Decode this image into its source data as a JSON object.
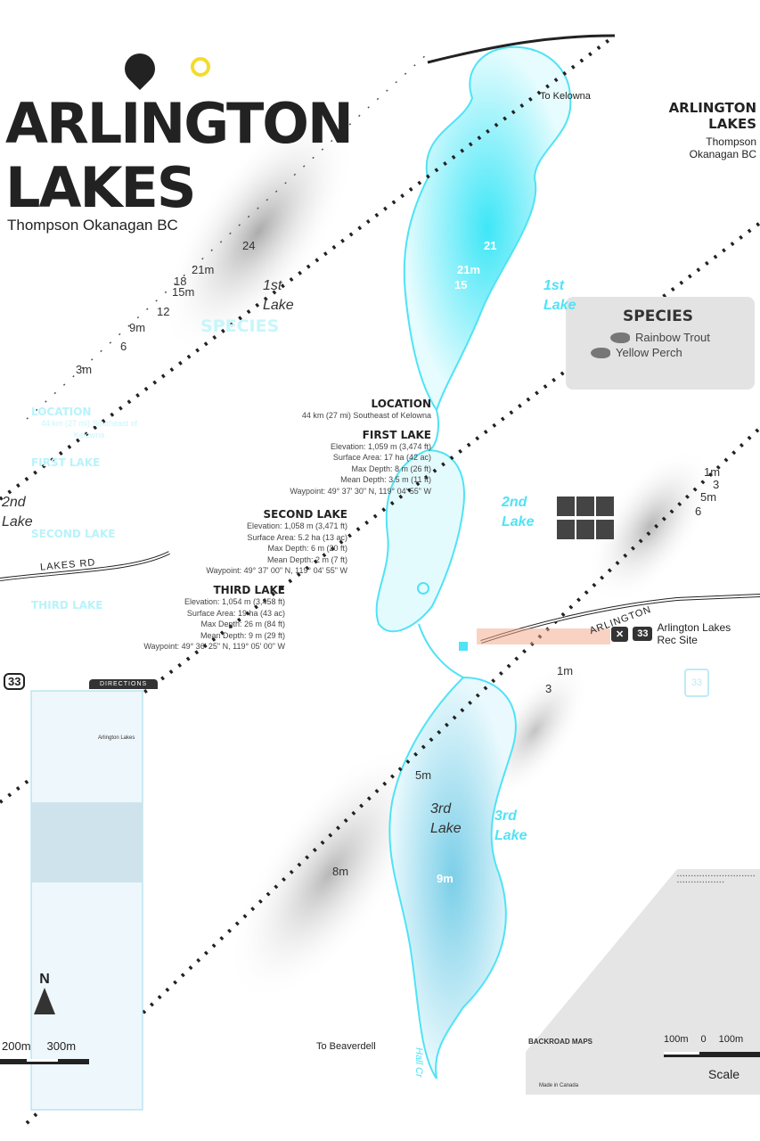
{
  "header": {
    "title_line1": "ARLINGTON",
    "title_line2": "LAKES",
    "subtitle": "Thompson Okanagan BC"
  },
  "species": {
    "heading": "SPECIES",
    "items": [
      {
        "label": "Rainbow Trout",
        "icon": "fish-icon"
      },
      {
        "label": "Yellow Perch",
        "icon": "fish-icon"
      }
    ]
  },
  "info": {
    "location_heading": "LOCATION",
    "location_text": "44 km (27 mi) Southeast of Kelowna",
    "lakes": [
      {
        "heading": "FIRST LAKE",
        "lines": [
          "Elevation: 1,059 m (3,474 ft)",
          "Surface Area: 17 ha (42 ac)",
          "Max Depth: 8 m (26 ft)",
          "Mean Depth: 3.5 m (11 ft)",
          "Waypoint: 49° 37' 30\" N, 119° 04' 55\" W"
        ]
      },
      {
        "heading": "SECOND LAKE",
        "lines": [
          "Elevation: 1,058 m (3,471 ft)",
          "Surface Area: 5.2 ha (13 ac)",
          "Max Depth: 6 m (20 ft)",
          "Mean Depth: 2 m (7 ft)",
          "Waypoint: 49° 37' 00\" N, 119° 04' 55\" W"
        ]
      },
      {
        "heading": "THIRD LAKE",
        "lines": [
          "Elevation: 1,054 m (3,458 ft)",
          "Surface Area: 19 ha (43 ac)",
          "Max Depth: 26 m (84 ft)",
          "Mean Depth: 9 m (29 ft)",
          "Waypoint: 49° 36' 25\" N, 119° 05' 00\" W"
        ]
      }
    ]
  },
  "map": {
    "lake_labels": [
      "1st Lake",
      "2nd Lake",
      "3rd Lake"
    ],
    "lake_label_parts": [
      [
        "1st",
        "Lake"
      ],
      [
        "2nd",
        "Lake"
      ],
      [
        "3rd",
        "Lake"
      ]
    ],
    "to_kelowna": "To Kelowna",
    "to_beaverdell": "To Beaverdell",
    "road_name": "ARLINGTON",
    "road_name_2": "LAKES RD",
    "highway": "33",
    "rec_site": "Arlington Lakes Rec Site",
    "rec_site_id": "33",
    "creek": "Hall Cr",
    "contours_1st": [
      "24",
      "21m",
      "18",
      "15m",
      "12",
      "9m",
      "6",
      "3m"
    ],
    "contours_water": [
      "21",
      "21m",
      "15",
      "5m",
      "8m",
      "9m"
    ],
    "contours_right": [
      "1m",
      "3",
      "5m",
      "6",
      "1m",
      "3"
    ],
    "colors": {
      "water": "#4fe3f5",
      "water_fill": "#d4f8fc",
      "ink": "#222222",
      "panel": "#e3e3e3",
      "road_accent": "#f4a58a"
    }
  },
  "inset": {
    "label": "DIRECTIONS",
    "lake_label": "Arlington Lakes"
  },
  "scale": {
    "ticks_right": [
      "100m",
      "0",
      "100m"
    ],
    "ticks_left": [
      "200m",
      "300m"
    ],
    "label": "Scale"
  },
  "footer": {
    "brand": "BACKROAD MAPS",
    "made_in": "Made in Canada"
  },
  "north_arrow": {
    "label": "N"
  }
}
